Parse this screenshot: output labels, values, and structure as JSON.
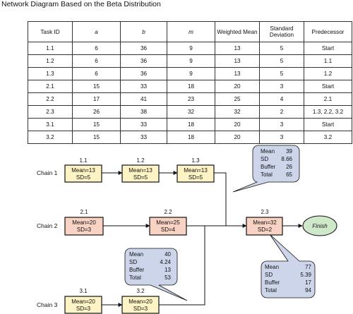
{
  "title": "Network Diagram Based on the Beta Distribution",
  "table": {
    "headers": [
      "Task ID",
      "a",
      "b",
      "m",
      "Weighted Mean",
      "Standard Deviation",
      "Predecessor"
    ],
    "rows": [
      [
        "1.1",
        "6",
        "36",
        "9",
        "13",
        "5",
        "Start"
      ],
      [
        "1.2",
        "6",
        "36",
        "9",
        "13",
        "5",
        "1.1"
      ],
      [
        "1.3",
        "6",
        "36",
        "9",
        "13",
        "5",
        "1.2"
      ],
      [
        "2.1",
        "15",
        "33",
        "18",
        "20",
        "3",
        "Start"
      ],
      [
        "2.2",
        "17",
        "41",
        "23",
        "25",
        "4",
        "2.1"
      ],
      [
        "2.3",
        "26",
        "38",
        "32",
        "32",
        "2",
        "1.3, 2.2, 3.2"
      ],
      [
        "3.1",
        "15",
        "33",
        "18",
        "20",
        "3",
        "Start"
      ],
      [
        "3.2",
        "15",
        "33",
        "18",
        "20",
        "3",
        "3.2"
      ]
    ]
  },
  "chains": {
    "chain1": "Chain 1",
    "chain2": "Chain 2",
    "chain3": "Chain 3"
  },
  "tasks": {
    "t11": {
      "id": "1.1",
      "mean": "Mean=13",
      "sd": "SD=5"
    },
    "t12": {
      "id": "1.2",
      "mean": "Mean=13",
      "sd": "SD=5"
    },
    "t13": {
      "id": "1.3",
      "mean": "Mean=13",
      "sd": "SD=5"
    },
    "t21": {
      "id": "2.1",
      "mean": "Mean=20",
      "sd": "SD=3"
    },
    "t22": {
      "id": "2.2",
      "mean": "Mean=25",
      "sd": "SD=4"
    },
    "t23": {
      "id": "2.3",
      "mean": "Mean=32",
      "sd": "SD=2"
    },
    "t31": {
      "id": "3.1",
      "mean": "Mean=20",
      "sd": "SD=3"
    },
    "t32": {
      "id": "3.2",
      "mean": "Mean=20",
      "sd": "SD=3"
    }
  },
  "finish": "Finish",
  "callouts": {
    "chain1": {
      "mean_label": "Mean",
      "mean": "39",
      "sd_label": "SD",
      "sd": "8.66",
      "buffer_label": "Buffer",
      "buffer": "26",
      "total_label": "Total",
      "total": "65"
    },
    "chain3": {
      "mean_label": "Mean",
      "mean": "40",
      "sd_label": "SD",
      "sd": "4.24",
      "buffer_label": "Buffer",
      "buffer": "13",
      "total_label": "Total",
      "total": "53"
    },
    "final": {
      "mean_label": "Mean",
      "mean": "77",
      "sd_label": "SD",
      "sd": "5.39",
      "buffer_label": "Buffer",
      "buffer": "17",
      "total_label": "Total",
      "total": "94"
    }
  },
  "colors": {
    "yellow_fill": "#fdf3c4",
    "salmon_fill": "#f8d2c2",
    "blue_callout": "#cdd5ea",
    "finish_fill": "#cfe8c9"
  }
}
